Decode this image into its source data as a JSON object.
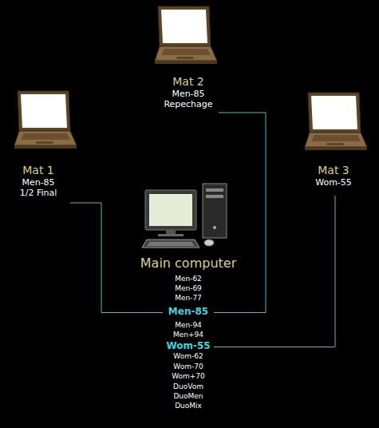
{
  "diagram": {
    "nodes": [
      {
        "text": [
          "Mat 1",
          "Men-85",
          "1/2 Final"
        ]
      },
      {
        "text": [
          "Mat 2",
          "Men-85",
          "Repechage"
        ]
      },
      {
        "text": [
          "Mat 3",
          "Wom-55"
        ]
      },
      {
        "text": [
          "Main computer",
          "Men-62",
          "Men-69",
          "Men-77",
          "Men-94",
          "Men+94",
          "Wom-62",
          "Wom-70",
          "Wom+70",
          "DuoVom",
          "DuoMen",
          "DuoMix"
        ]
      },
      {
        "text": [
          "Men-85"
        ],
        "in": 3
      },
      {
        "text": [
          "Wom-55"
        ],
        "in": 3
      }
    ],
    "edges": [
      {
        "from": 0,
        "to": 4,
        "arrow": "none"
      },
      {
        "from": 1,
        "to": 4,
        "arrow": "none"
      },
      {
        "from": 2,
        "to": 5,
        "arrow": "none"
      }
    ]
  }
}
